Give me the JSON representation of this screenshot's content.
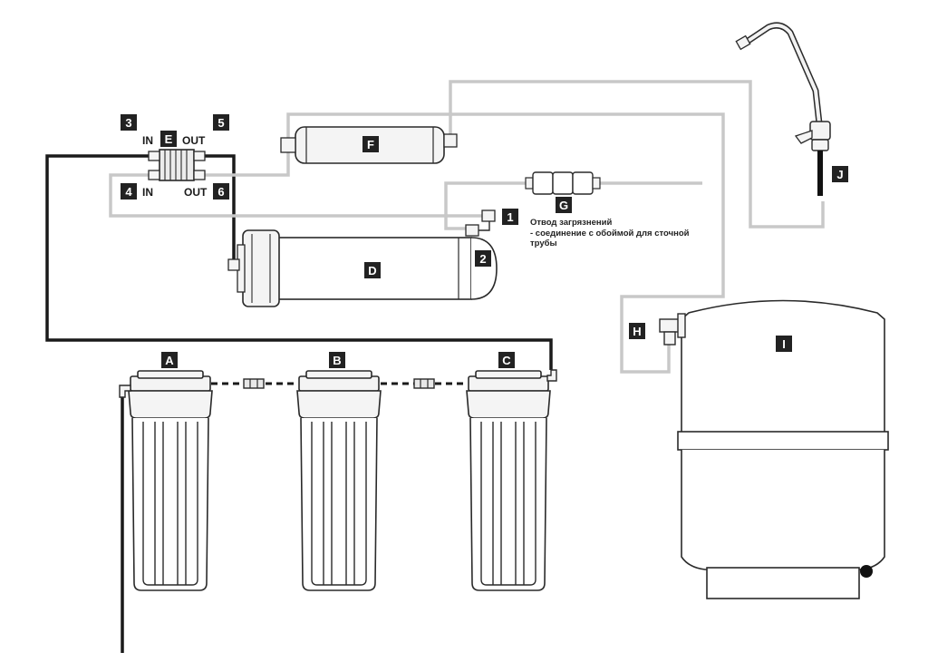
{
  "labels": {
    "A": "A",
    "B": "B",
    "C": "C",
    "D": "D",
    "E": "E",
    "F": "F",
    "G": "G",
    "H": "H",
    "I": "I",
    "J": "J",
    "n1": "1",
    "n2": "2",
    "n3": "3",
    "n4": "4",
    "n5": "5",
    "n6": "6"
  },
  "ports": {
    "in_top": "IN",
    "out_top": "OUT",
    "in_bottom": "IN",
    "out_bottom": "OUT"
  },
  "note": {
    "line1": "Отвод загрязнений",
    "line2": "- соединение с обоймой для сточной",
    "line3": "трубы"
  },
  "colors": {
    "line_dark": "#1a1a1a",
    "line_light": "#c8c8c8",
    "badge_bg": "#222222",
    "outline": "#2a2a2a"
  }
}
